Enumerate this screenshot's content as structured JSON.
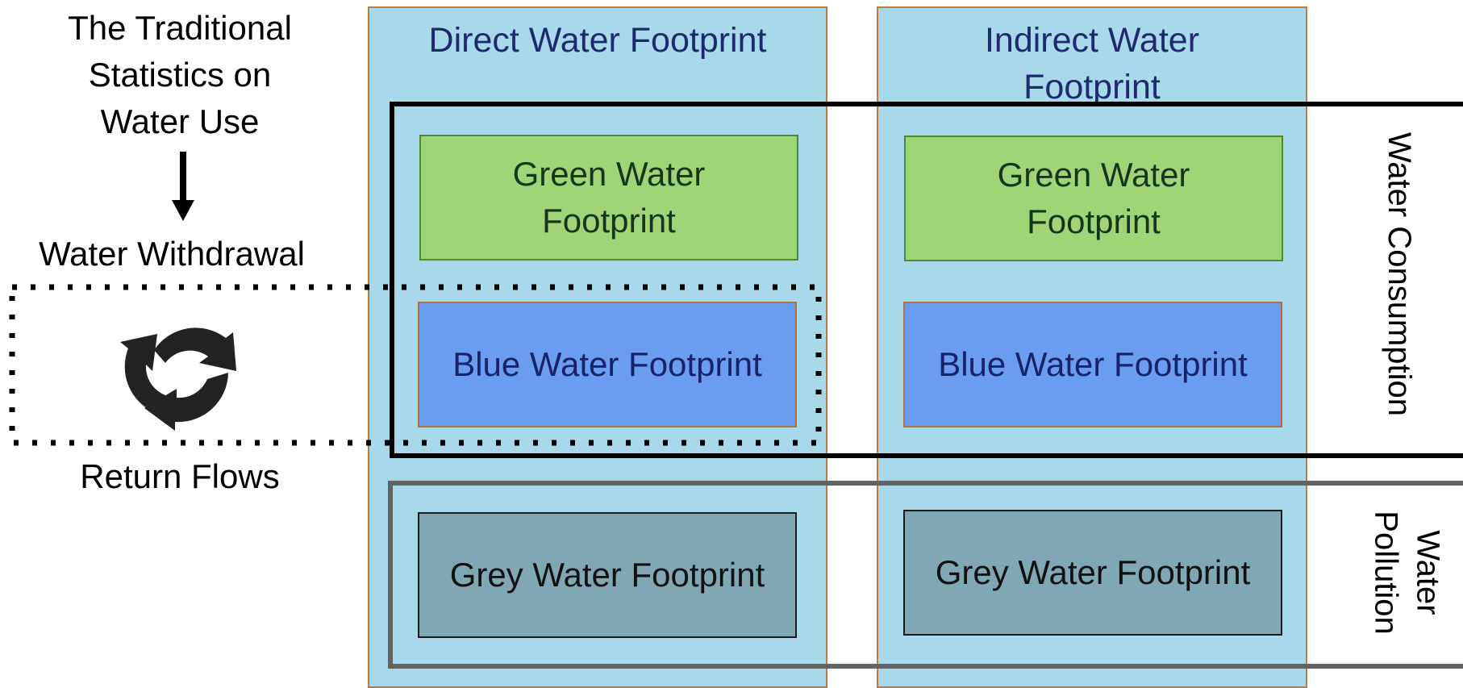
{
  "left": {
    "title_lines": [
      "The Traditional",
      "Statistics on",
      "Water Use"
    ],
    "withdrawal_label": "Water Withdrawal",
    "return_label": "Return Flows"
  },
  "direct": {
    "title": "Direct Water Footprint",
    "green_lines": [
      "Green Water",
      "Footprint"
    ],
    "blue": "Blue Water Footprint",
    "grey": "Grey Water Footprint"
  },
  "indirect": {
    "title_lines": [
      "Indirect Water",
      "Footprint"
    ],
    "green_lines": [
      "Green Water",
      "Footprint"
    ],
    "blue": "Blue Water Footprint",
    "grey": "Grey Water Footprint"
  },
  "right_labels": {
    "consumption": "Water Consumption",
    "pollution_lines": [
      "Water",
      "Pollution"
    ]
  },
  "colors": {
    "column_fill": "#a7d9ea",
    "column_border": "#c07a3e",
    "green_fill": "#9fd477",
    "blue_fill": "#6a9cef",
    "grey_fill": "#7fa8b4",
    "title_text": "#1f2a6e",
    "consumption_frame": "#000000",
    "pollution_frame": "#636363"
  },
  "icons": {
    "cycle": "recycle-arrows-icon",
    "arrow": "down-arrow-icon"
  }
}
